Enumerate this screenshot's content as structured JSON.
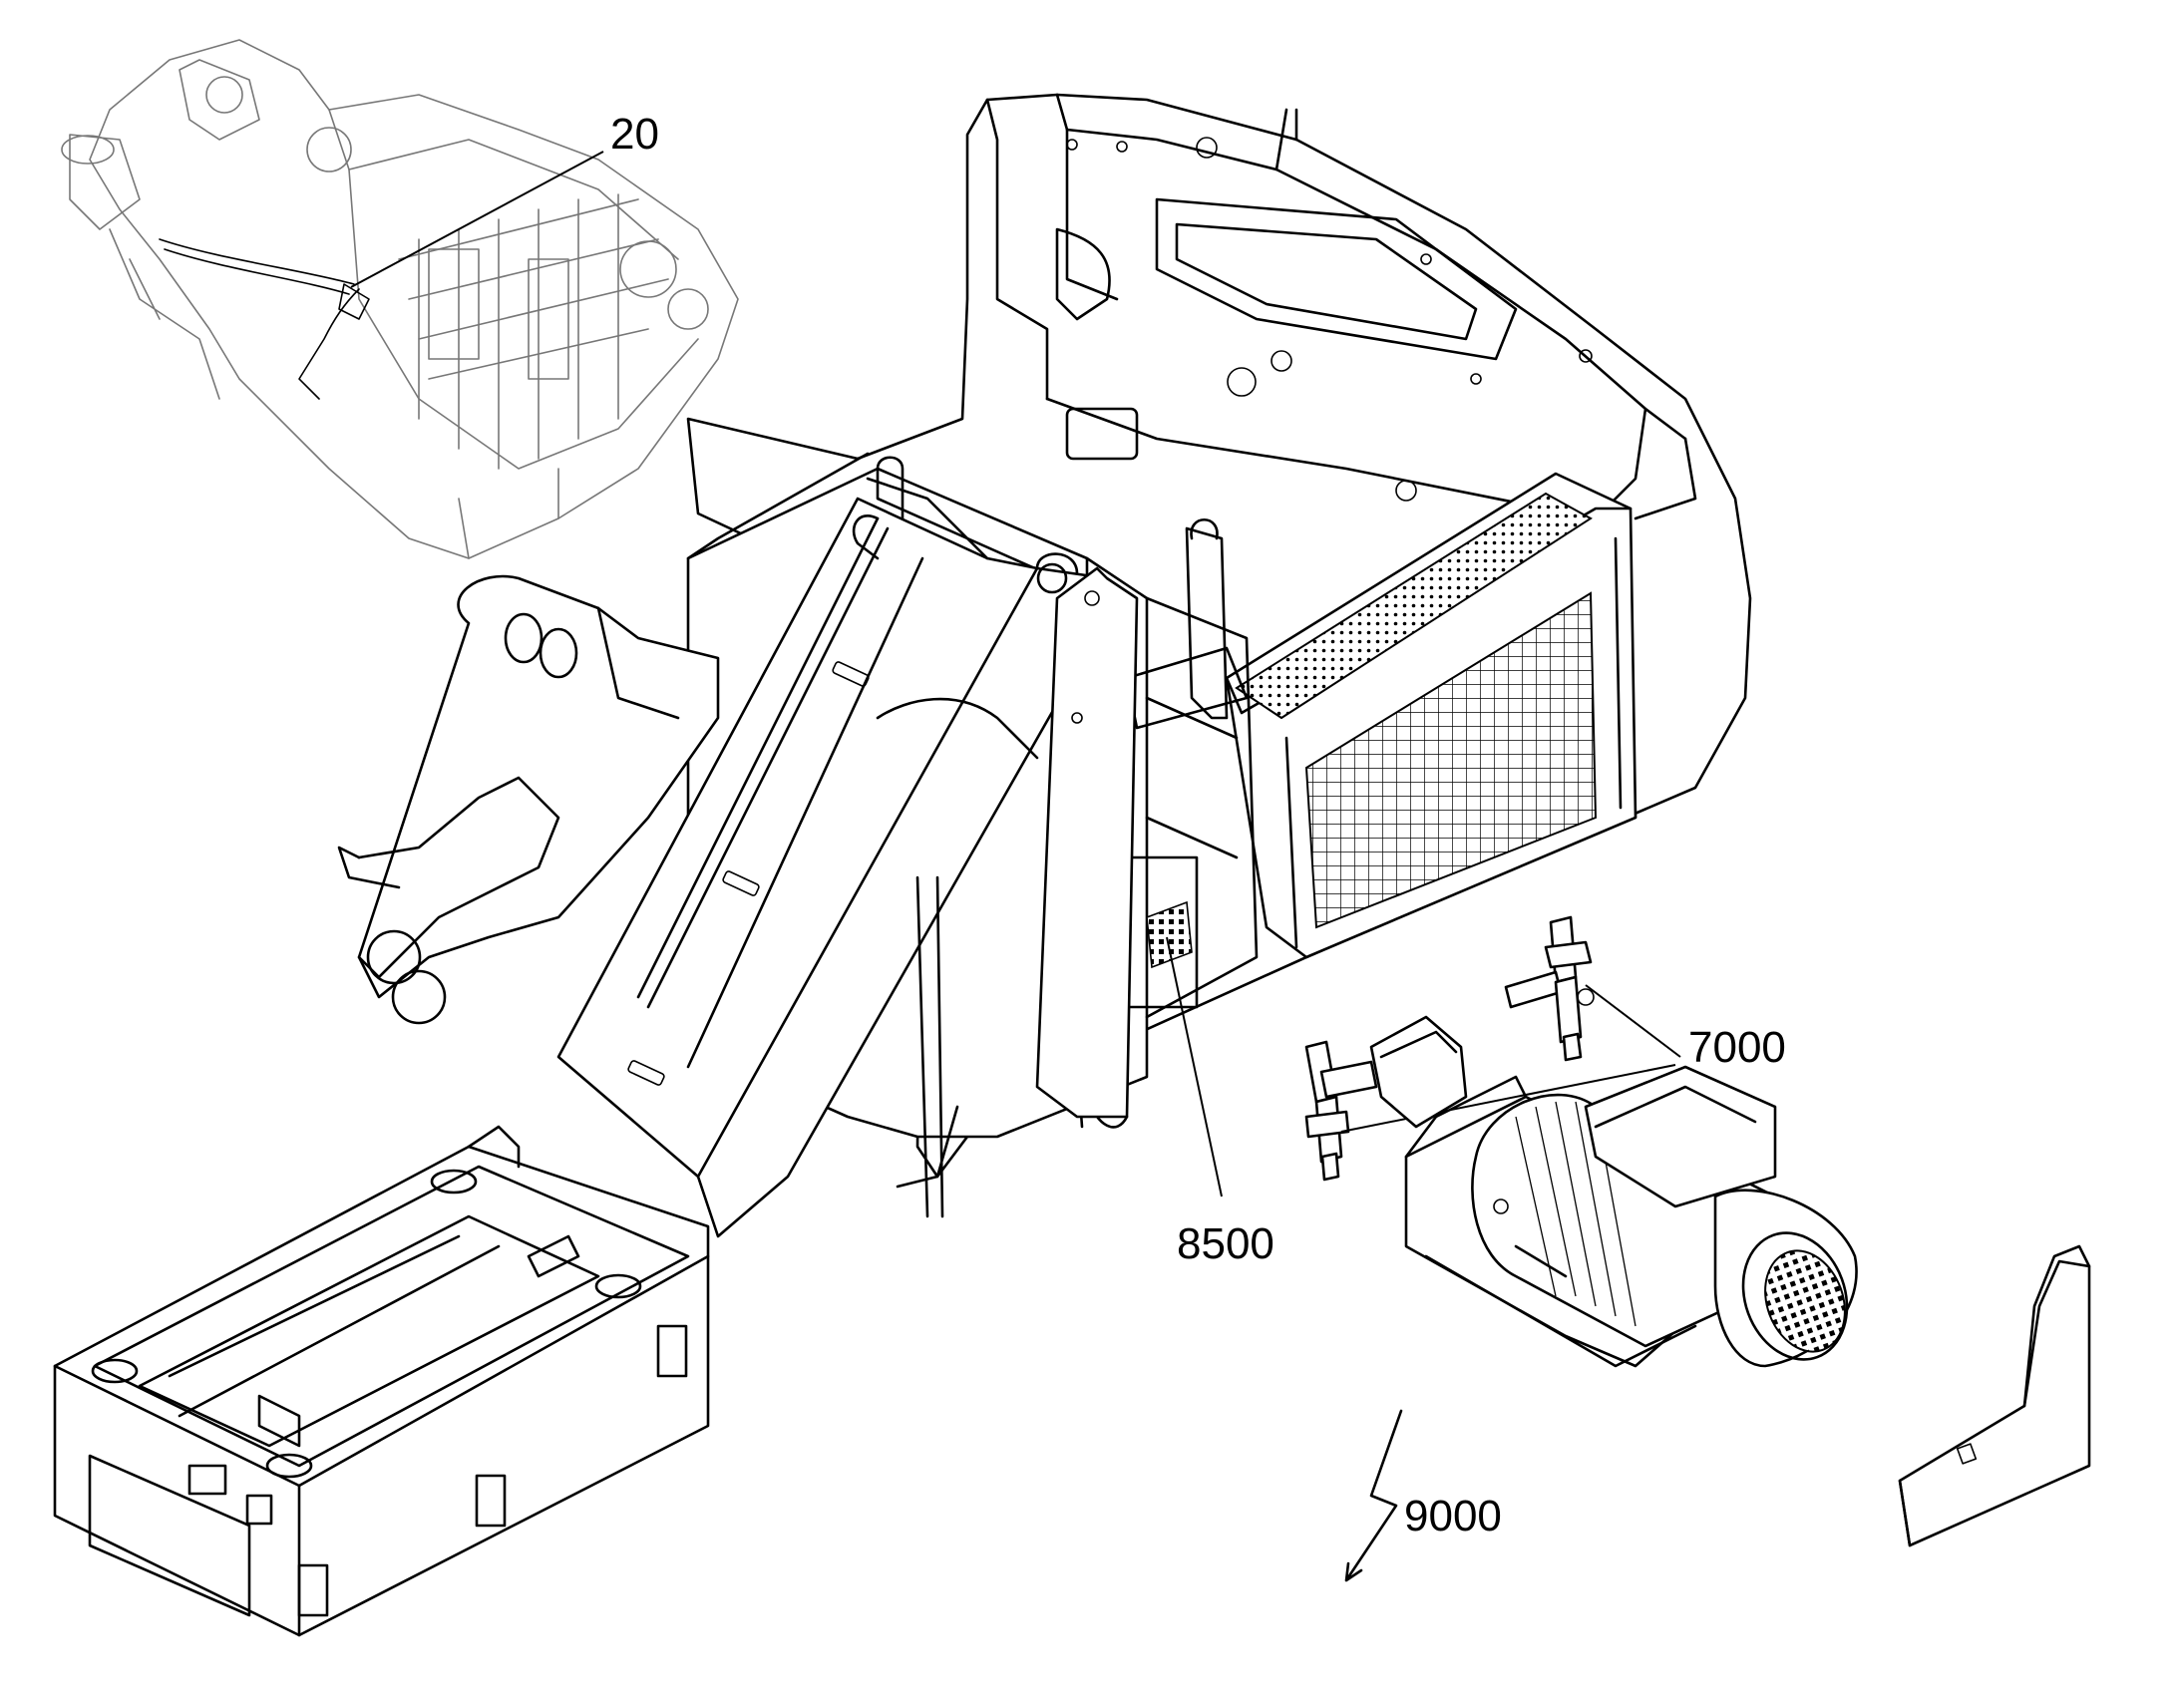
{
  "callouts": [
    {
      "id": "20",
      "label": "20"
    },
    {
      "id": "7000",
      "label": "7000"
    },
    {
      "id": "8500",
      "label": "8500"
    },
    {
      "id": "9000",
      "label": "9000"
    }
  ],
  "colors": {
    "line": "#000000",
    "engine": "#777777",
    "background": "#ffffff"
  },
  "icons": [
    "electrical-bolt-icon"
  ]
}
